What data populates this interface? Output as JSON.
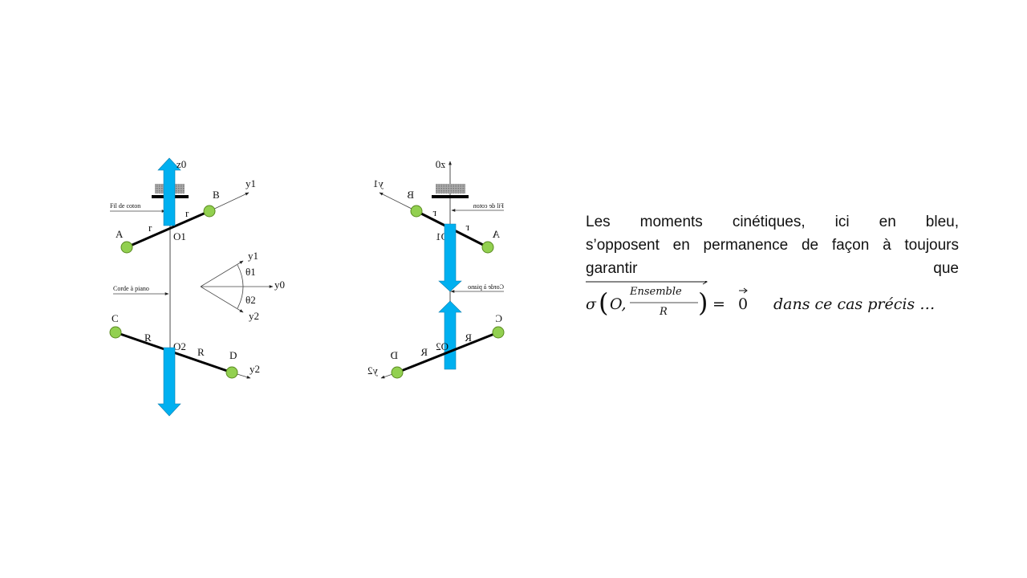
{
  "diagram_left": {
    "z0": "z0",
    "y1": "y1",
    "y0": "y0",
    "y2": "y2",
    "B": "B",
    "A": "A",
    "C": "C",
    "D": "D",
    "r": "r",
    "R": "R",
    "O1": "O1",
    "O2": "O2",
    "theta1": "θ1",
    "theta2": "θ2",
    "fil": "Fil de coton",
    "corde": "Corde à piano"
  },
  "diagram_right": {
    "z0": "z0",
    "y1": "y1",
    "y2": "y2",
    "B": "B",
    "A": "A",
    "C": "C",
    "D": "D",
    "r": "r",
    "R": "R",
    "O1": "O1",
    "O2": "O2",
    "fil": "Fil de coton",
    "corde": "Corde à piano"
  },
  "text": {
    "line1": "Les moments cinétiques, ici en bleu,",
    "line2": "s’opposent en permanence de façon à toujours",
    "line3": "garantir que",
    "sigma": "σ",
    "O": "O,",
    "num": "Ensemble",
    "den": "R",
    "eq": "= ",
    "zero": "0",
    "tail": "dans ce cas précis …"
  },
  "colors": {
    "arrow": "#00B0F0",
    "mass": "#92D050"
  }
}
